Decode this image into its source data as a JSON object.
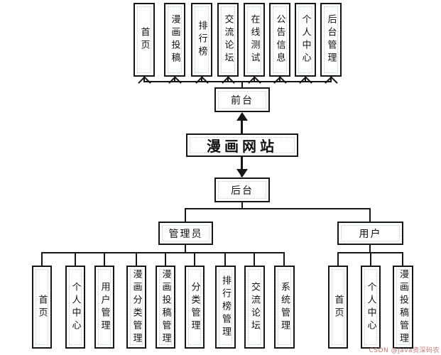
{
  "diagram": {
    "root": "漫画网站",
    "front": {
      "label": "前台",
      "children": [
        "首页",
        "漫画投稿",
        "排行榜",
        "交流论坛",
        "在线测试",
        "公告信息",
        "个人中心",
        "后台管理"
      ]
    },
    "back": {
      "label": "后台",
      "branches": [
        {
          "label": "管理员",
          "children": [
            "首页",
            "个人中心",
            "用户管理",
            "漫画分类管理",
            "漫画投稿管理",
            "分类管理",
            "排行榜管理",
            "交流论坛",
            "系统管理"
          ]
        },
        {
          "label": "用户",
          "children": [
            "首页",
            "个人中心",
            "漫画投稿管理"
          ]
        }
      ]
    }
  },
  "watermark": "CSDN @java资深码农",
  "colors": {
    "line": "#161616",
    "box_background": "#ffffff",
    "anchor_dots": "#7891b9",
    "watermark": "#bf7a7a"
  }
}
